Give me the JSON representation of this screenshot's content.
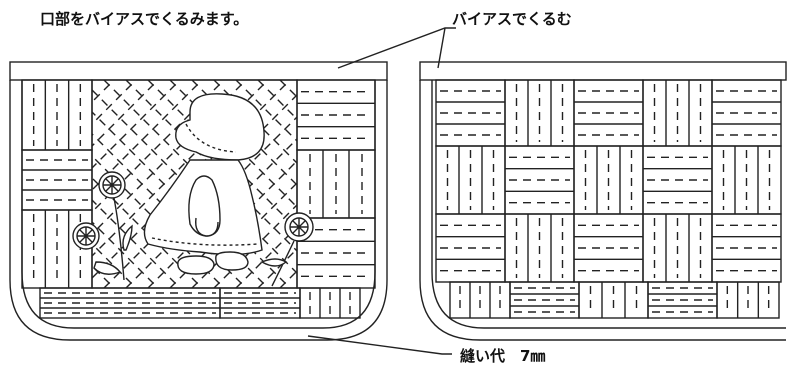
{
  "labels": {
    "mouth_note": "口部をバイアスでくるみます。",
    "bias_note": "バイアスでくるむ",
    "seam_note": "縫い代　7㎜"
  },
  "colors": {
    "line": "#222222",
    "background": "#ffffff"
  },
  "panels": [
    {
      "name": "front-panel",
      "motif": "sunbonnet-sue-with-flowers",
      "quilting": "basketweave-and-crosshatch"
    },
    {
      "name": "back-panel",
      "motif": "none",
      "quilting": "basketweave"
    }
  ]
}
